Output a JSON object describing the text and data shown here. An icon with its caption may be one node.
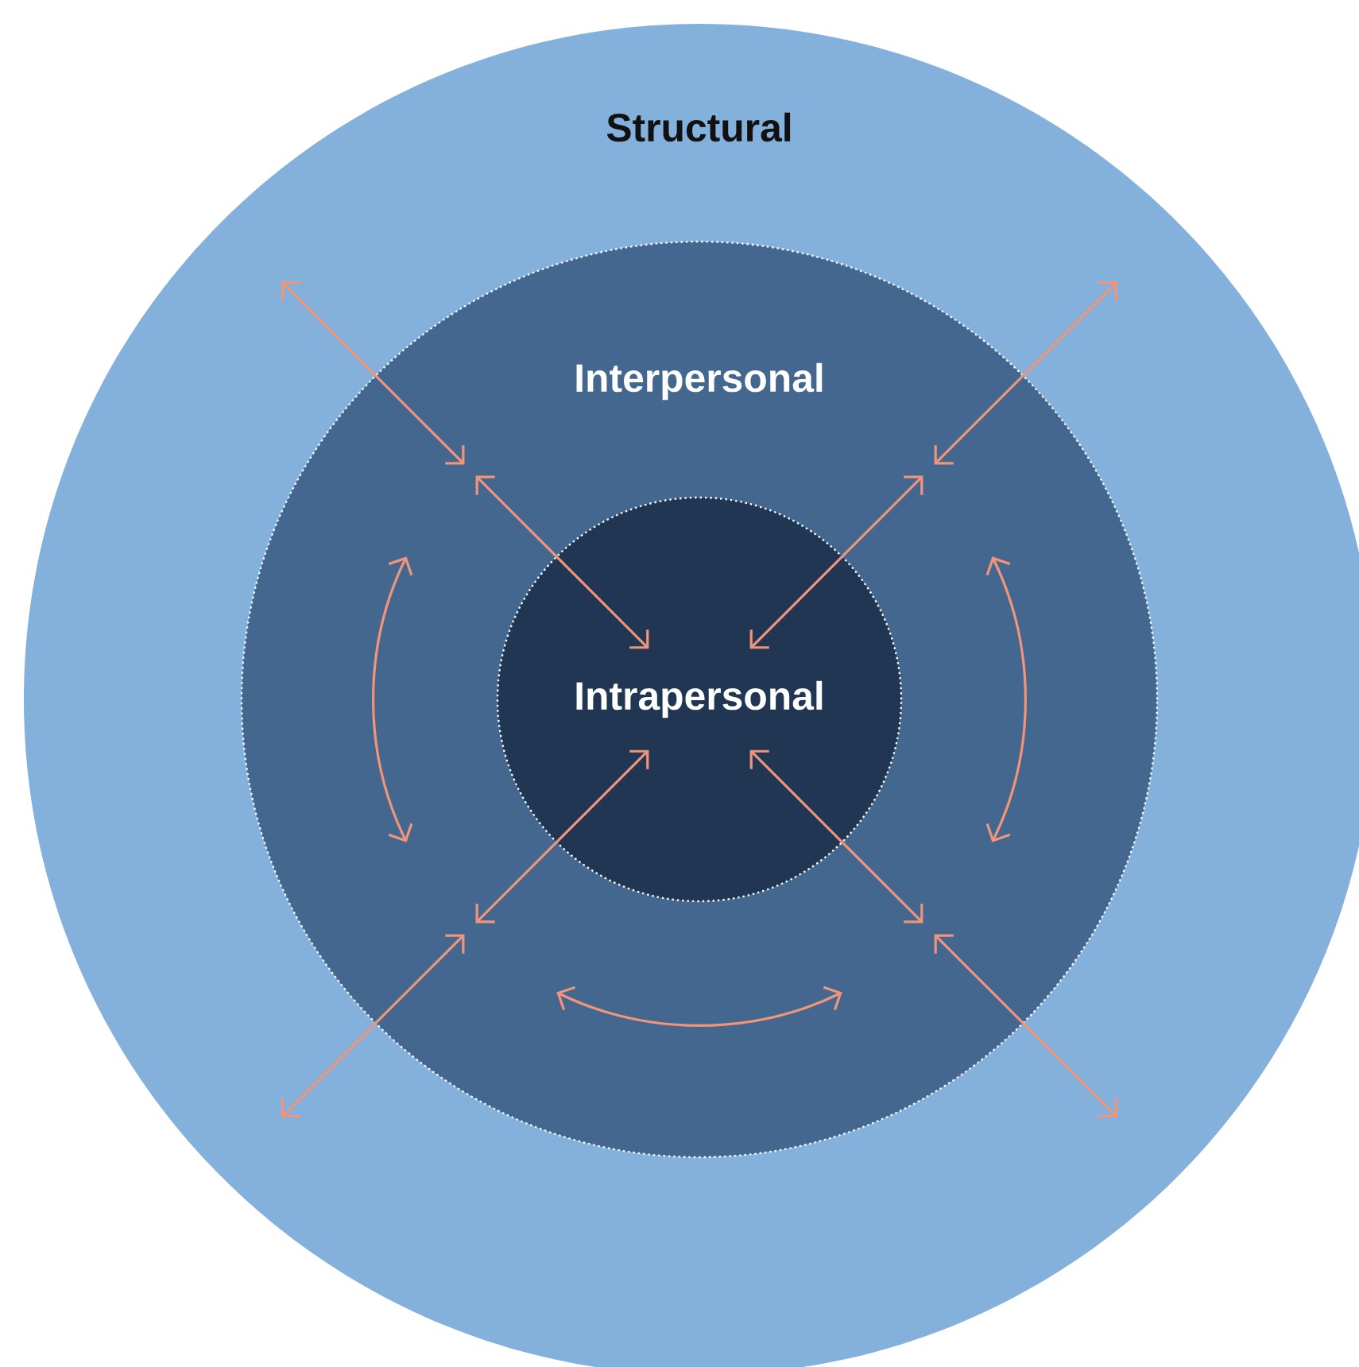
{
  "diagram": {
    "nodes": [
      {
        "text": [
          "Structural"
        ]
      },
      {
        "text": [
          "Interpersonal"
        ],
        "in": 0
      },
      {
        "text": [
          "Intrapersonal"
        ],
        "in": 1
      }
    ]
  }
}
